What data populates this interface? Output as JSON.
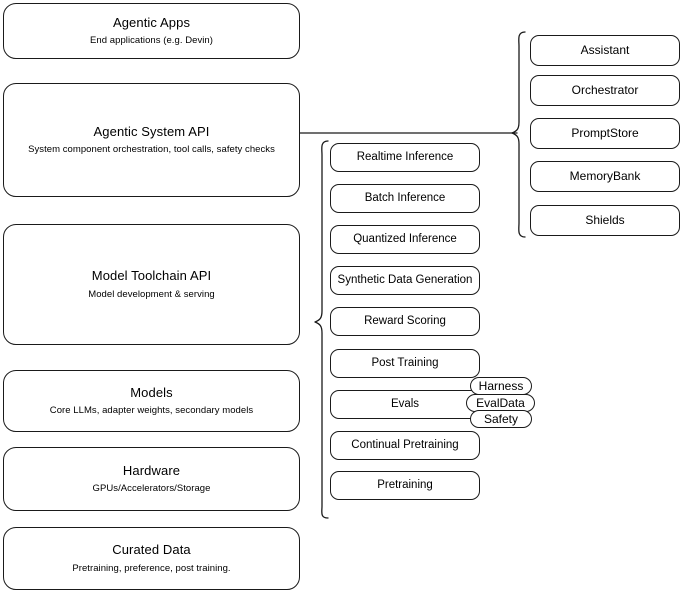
{
  "diagram": {
    "title": "AI stack layered architecture diagram",
    "stroke_color": "#1a1a1a",
    "background_color": "#ffffff"
  },
  "layers": [
    {
      "name": "agentic-apps",
      "title": "Agentic Apps",
      "subtitle": "End applications (e.g. Devin)"
    },
    {
      "name": "agentic-system-api",
      "title": "Agentic System API",
      "subtitle": "System component orchestration, tool calls, safety checks"
    },
    {
      "name": "model-toolchain-api",
      "title": "Model Toolchain API",
      "subtitle": "Model development & serving"
    },
    {
      "name": "models",
      "title": "Models",
      "subtitle": "Core LLMs, adapter weights, secondary models"
    },
    {
      "name": "hardware",
      "title": "Hardware",
      "subtitle": "GPUs/Accelerators/Storage"
    },
    {
      "name": "curated-data",
      "title": "Curated Data",
      "subtitle": "Pretraining, preference, post training."
    }
  ],
  "toolchain_items": [
    {
      "label": "Realtime Inference"
    },
    {
      "label": "Batch Inference"
    },
    {
      "label": "Quantized Inference"
    },
    {
      "label": "Synthetic Data Generation"
    },
    {
      "label": "Reward Scoring"
    },
    {
      "label": "Post Training"
    },
    {
      "label": "Evals"
    },
    {
      "label": "Continual Pretraining"
    },
    {
      "label": "Pretraining"
    }
  ],
  "system_components": [
    {
      "label": "Assistant"
    },
    {
      "label": "Orchestrator"
    },
    {
      "label": "PromptStore"
    },
    {
      "label": "MemoryBank"
    },
    {
      "label": "Shields"
    }
  ],
  "evals_tags": [
    {
      "label": "Harness"
    },
    {
      "label": "EvalData"
    },
    {
      "label": "Safety"
    }
  ]
}
